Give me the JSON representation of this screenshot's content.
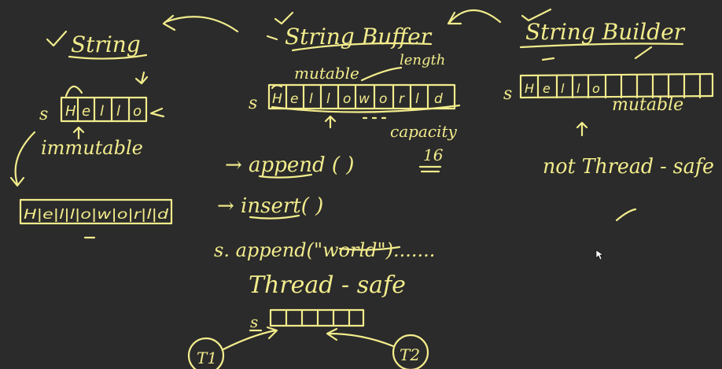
{
  "col_string": {
    "title": "String",
    "var": "s",
    "cells": [
      "H",
      "e",
      "l",
      "l",
      "o"
    ],
    "note": "immutable",
    "result_text": "H|e|l|l|o|w|o|r|l|d"
  },
  "col_buffer": {
    "title": "String Buffer",
    "note_mutable": "mutable",
    "note_length": "length",
    "var": "s",
    "cells": [
      "H",
      "e",
      "l",
      "l",
      "o",
      "w",
      "o",
      "r",
      "l",
      "d"
    ],
    "note_capacity": "capacity",
    "capacity_value": "16",
    "method_append": "→ append (  )",
    "method_insert": "→ insert(  )",
    "example_call": "s. append(\"world\").......",
    "thread_note": "Thread - safe",
    "var_small": "s",
    "thread_1": "T1",
    "thread_2": "T2"
  },
  "col_builder": {
    "title": "String Builder",
    "var": "s",
    "cells": [
      "H",
      "e",
      "l",
      "l",
      "o"
    ],
    "note": "mutable",
    "thread_note": "not  Thread - safe"
  }
}
